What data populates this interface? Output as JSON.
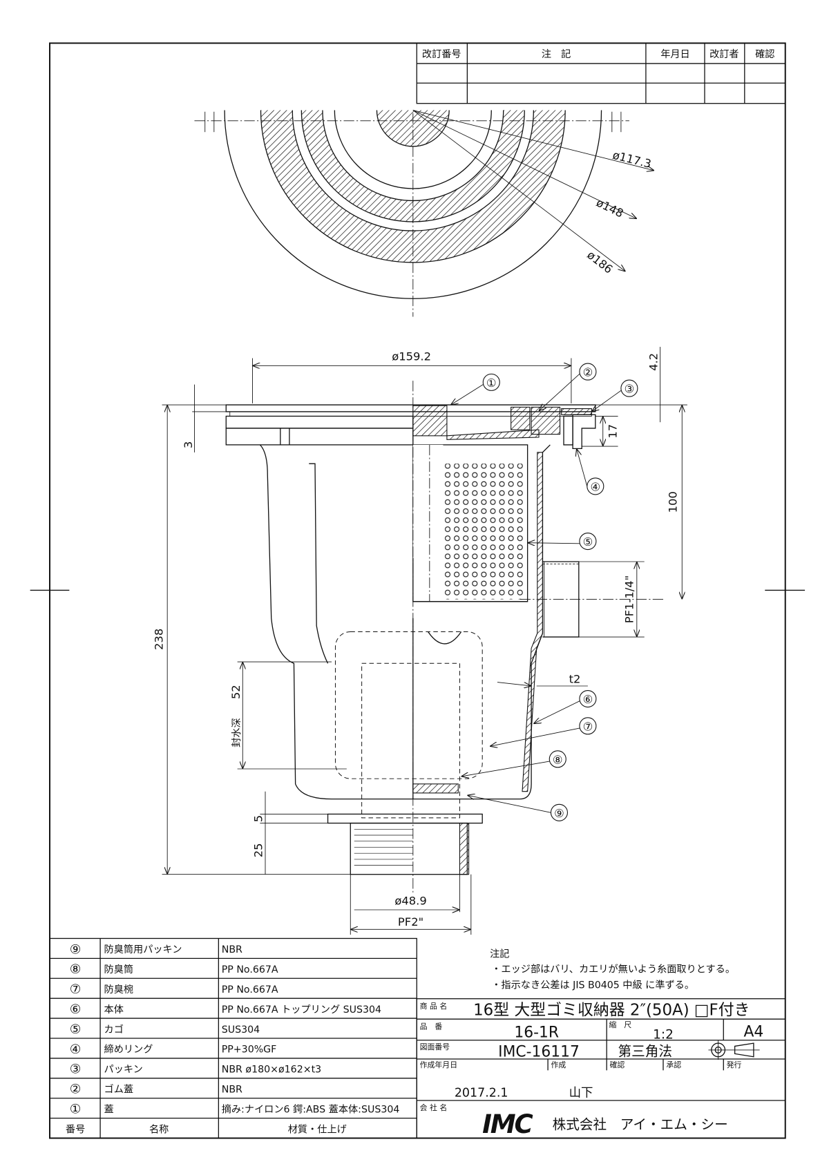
{
  "revision_table": {
    "headers": [
      "改訂番号",
      "注　記",
      "年月日",
      "改訂者",
      "確認"
    ]
  },
  "top_view": {
    "dims": [
      "ø117.3",
      "ø148",
      "ø186"
    ]
  },
  "side_view": {
    "dims": {
      "top_dia": "ø159.2",
      "total_height": "238",
      "flange": "3",
      "top_gap": "4.2",
      "ring": "17",
      "outlet_height": "100",
      "side_outlet": "PF1-1/4\"",
      "wall": "t2",
      "seal_depth": "52",
      "seal_label": "封水深",
      "nut": "5",
      "thread": "25",
      "outlet_dia": "ø48.9",
      "outlet_thread": "PF2\""
    },
    "balloons": [
      "①",
      "②",
      "③",
      "④",
      "⑤",
      "⑥",
      "⑦",
      "⑧",
      "⑨"
    ]
  },
  "parts_table": {
    "rows": [
      {
        "num": "⑨",
        "name": "防臭筒用パッキン",
        "material": "NBR"
      },
      {
        "num": "⑧",
        "name": "防臭筒",
        "material": "PP No.667A"
      },
      {
        "num": "⑦",
        "name": "防臭椀",
        "material": "PP No.667A"
      },
      {
        "num": "⑥",
        "name": "本体",
        "material": "PP No.667A トップリング SUS304"
      },
      {
        "num": "⑤",
        "name": "カゴ",
        "material": "SUS304"
      },
      {
        "num": "④",
        "name": "締めリング",
        "material": "PP+30%GF"
      },
      {
        "num": "③",
        "name": "パッキン",
        "material": "NBR ø180×ø162×t3"
      },
      {
        "num": "②",
        "name": "ゴム蓋",
        "material": "NBR"
      },
      {
        "num": "①",
        "name": "蓋",
        "material": "摘み:ナイロン6 鍔:ABS 蓋本体:SUS304"
      }
    ],
    "header": {
      "num": "番号",
      "name": "名称",
      "material": "材質・仕上げ"
    }
  },
  "notes": {
    "title": "注記",
    "lines": [
      "・エッジ部はバリ、カエリが無いよう糸面取りとする。",
      "・指示なき公差は JIS B0405 中級 に準ずる。"
    ]
  },
  "title_block": {
    "product_name_label": "商 品 名",
    "product_name": "16型 大型ゴミ収納器 2″(50A) □F付き",
    "part_no_label": "品　番",
    "part_no": "16-1R",
    "scale_label": "縮　尺",
    "scale": "1:2",
    "paper": "A4",
    "drawing_no_label": "図面番号",
    "drawing_no": "IMC-16117",
    "projection": "第三角法",
    "created_date_label": "作成年月日",
    "created_by_label": "作成",
    "checked_label": "確認",
    "approved_label": "承認",
    "issued_label": "発行",
    "created_date": "2017.2.1",
    "created_by": "山下",
    "company_label": "会 社 名",
    "company_logo": "IMC",
    "company_name": "株式会社　アイ・エム・シー"
  }
}
